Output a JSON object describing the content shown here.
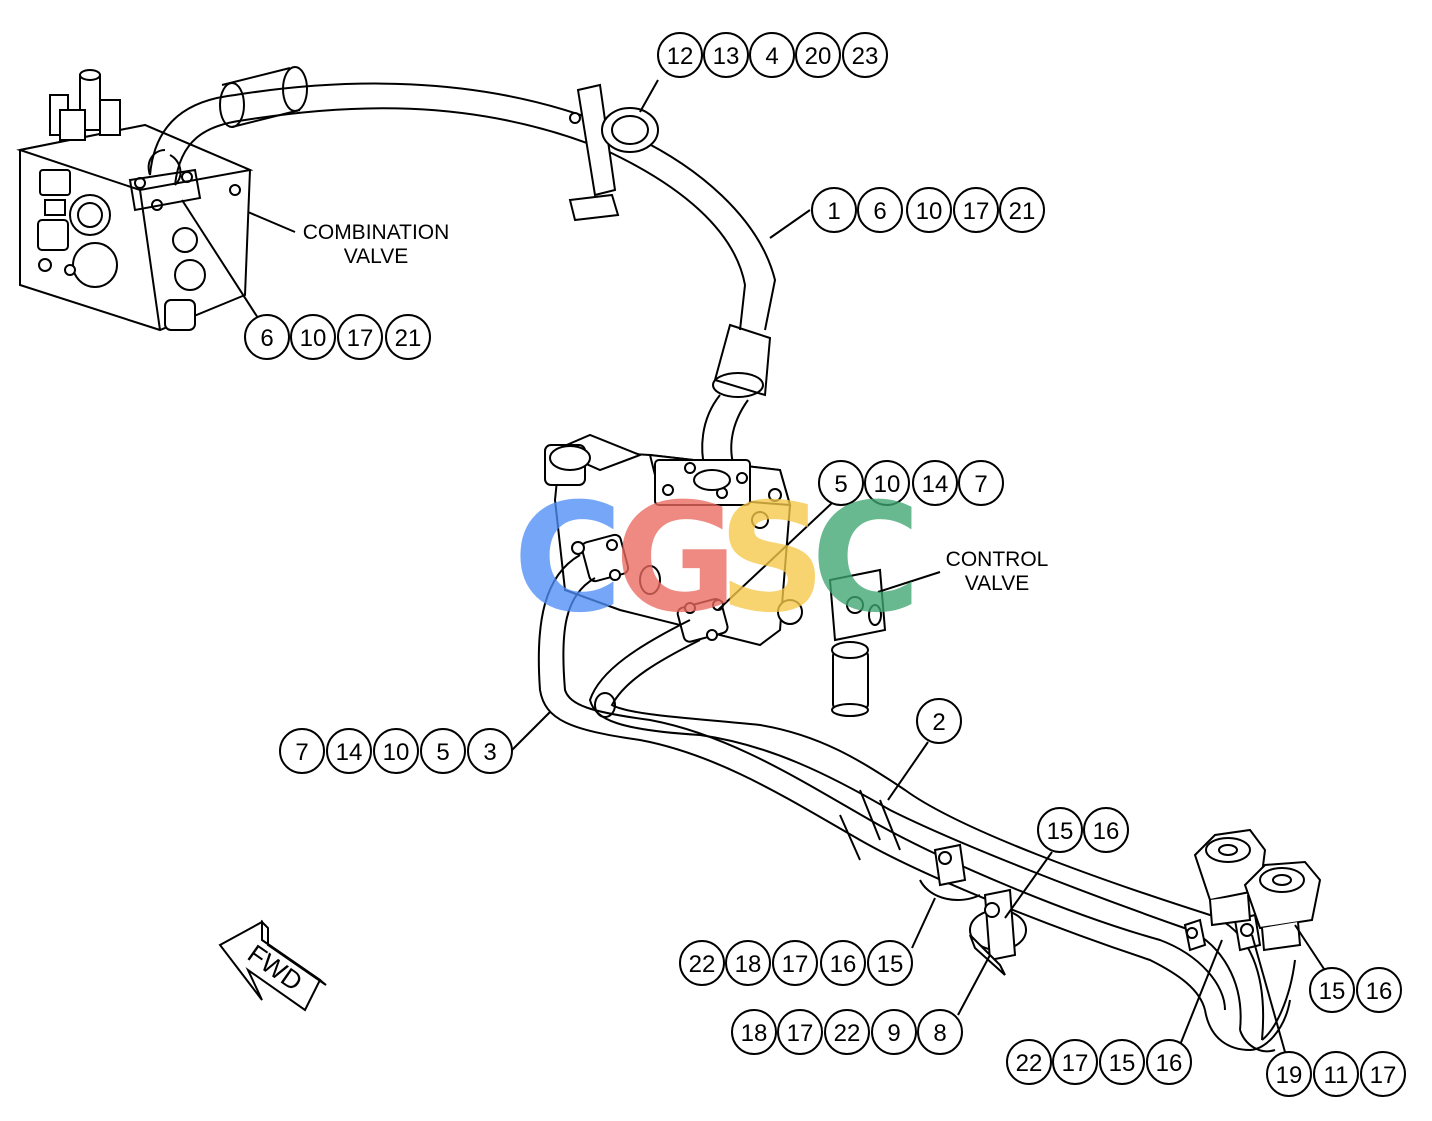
{
  "labels": {
    "combination_valve": [
      "COMBINATION",
      "VALVE"
    ],
    "control_valve": [
      "CONTROL",
      "VALVE"
    ],
    "fwd": "FWD"
  },
  "watermark": {
    "letters": [
      "C",
      "G",
      "S",
      "C"
    ],
    "colors": [
      "#4f8ef7",
      "#ea6a5f",
      "#f7c948",
      "#3fa672"
    ]
  },
  "callouts": [
    {
      "id": "top-clamp",
      "numbers": [
        "12",
        "13",
        "4",
        "20",
        "23"
      ]
    },
    {
      "id": "upper-tube",
      "numbers": [
        "1",
        "6",
        "10",
        "17",
        "21"
      ]
    },
    {
      "id": "combination-valve-flange",
      "numbers": [
        "6",
        "10",
        "17",
        "21"
      ]
    },
    {
      "id": "control-valve-flange",
      "numbers": [
        "5",
        "10",
        "14",
        "7"
      ]
    },
    {
      "id": "left-tube",
      "numbers": [
        "7",
        "14",
        "10",
        "5",
        "3"
      ]
    },
    {
      "id": "tube-2",
      "numbers": [
        "2"
      ]
    },
    {
      "id": "mid-clamp",
      "numbers": [
        "15",
        "16"
      ]
    },
    {
      "id": "lower-clamp-a",
      "numbers": [
        "22",
        "18",
        "17",
        "16",
        "15"
      ]
    },
    {
      "id": "lower-clamp-b",
      "numbers": [
        "18",
        "17",
        "22",
        "9",
        "8"
      ]
    },
    {
      "id": "right-fitting",
      "numbers": [
        "15",
        "16"
      ]
    },
    {
      "id": "right-clamp-a",
      "numbers": [
        "22",
        "17",
        "15",
        "16"
      ]
    },
    {
      "id": "right-clamp-b",
      "numbers": [
        "19",
        "11",
        "17"
      ]
    }
  ]
}
